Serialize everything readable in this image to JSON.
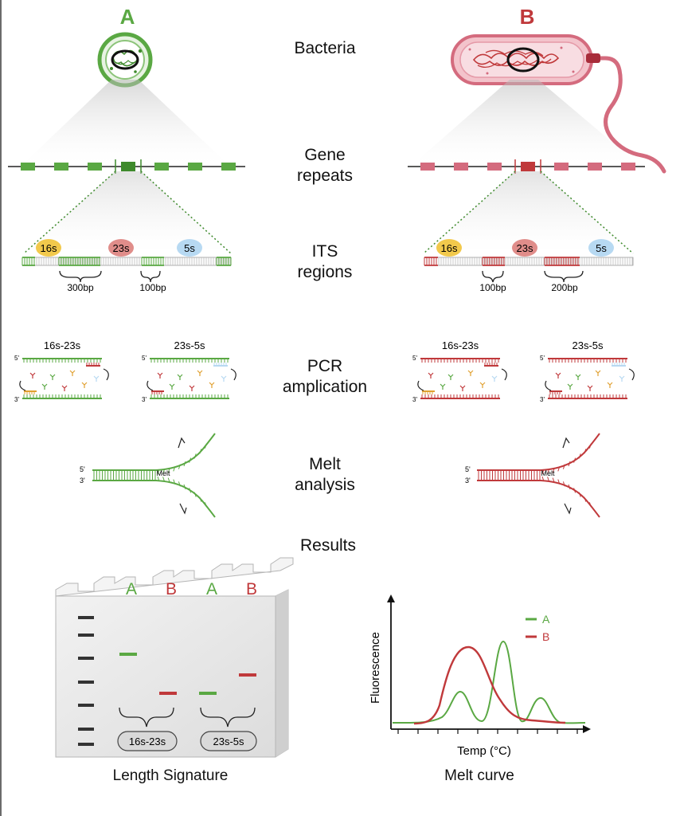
{
  "columns": {
    "a": {
      "letter": "A",
      "color": "#5aa843"
    },
    "b": {
      "letter": "B",
      "color": "#c0393b"
    }
  },
  "stages": {
    "bacteria": [
      "Bacteria"
    ],
    "gene_repeats": [
      "Gene",
      "repeats"
    ],
    "its_regions": [
      "ITS",
      "regions"
    ],
    "pcr": [
      "PCR",
      "amplication"
    ],
    "melt": [
      "Melt",
      "analysis"
    ],
    "results": [
      "Results"
    ]
  },
  "its": {
    "labels": [
      "16s",
      "23s",
      "5s"
    ],
    "a_brackets": [
      "300bp",
      "100bp"
    ],
    "b_brackets": [
      "100bp",
      "200bp"
    ]
  },
  "pcr": {
    "left_title": "16s-23s",
    "right_title": "23s-5s",
    "end5": "5'",
    "end3": "3'"
  },
  "melt": {
    "label": "Melt",
    "end5": "5'",
    "end3": "3'"
  },
  "gel": {
    "lane_labels": [
      "A",
      "B",
      "A",
      "B"
    ],
    "brackets": [
      "16s-23s",
      "23s-5s"
    ],
    "caption": "Length Signature"
  },
  "melt_curve": {
    "xlabel": "Temp (°C)",
    "ylabel": "Fluorescence",
    "legend": [
      "A",
      "B"
    ],
    "caption": "Melt curve"
  },
  "colors": {
    "green": "#5aa843",
    "green_dark": "#3e8a2c",
    "red": "#c0393b",
    "pink": "#d46b7e",
    "pink_light": "#f3c3cb",
    "yellow": "#f2c94c",
    "salmon": "#e08d8a",
    "blue": "#b7d9f2",
    "orange": "#e0a030"
  }
}
